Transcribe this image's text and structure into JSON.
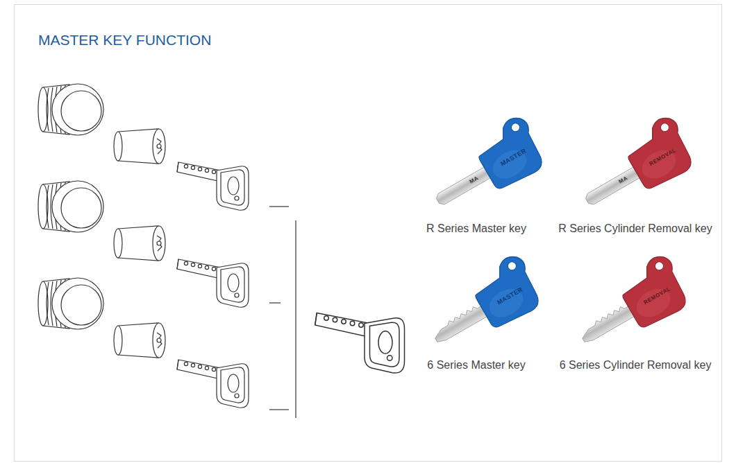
{
  "diagram": {
    "title": "MASTER KEY FUNCTION",
    "labels": [
      "MASTER",
      "MA",
      "R Series Master key",
      "REMOVAL",
      "MA",
      "R Series Cylinder Removal key",
      "MASTER",
      "6 Series Master key",
      "REMOVAL",
      "6 Series Cylinder Removal key"
    ]
  }
}
